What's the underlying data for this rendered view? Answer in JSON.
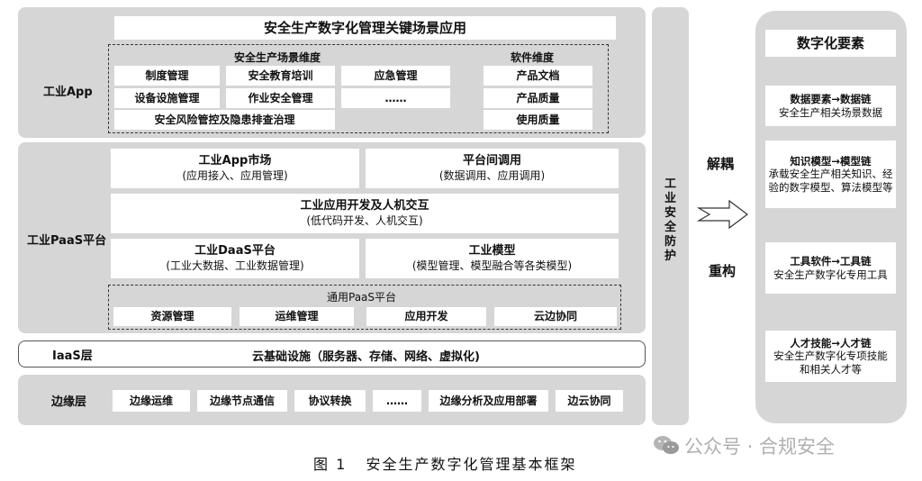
{
  "app": {
    "title": "安全生产数字化管理关键场景应用",
    "layer_label": "工业App",
    "scene_header": "安全生产场景维度",
    "software_header": "软件维度",
    "scene_items": [
      "制度管理",
      "安全教育培训",
      "应急管理",
      "设备设施管理",
      "作业安全管理",
      "……",
      "安全风险管控及隐患排查治理"
    ],
    "software_items": [
      "产品文档",
      "产品质量",
      "使用质量"
    ]
  },
  "paas": {
    "layer_label": "工业PaaS平台",
    "market_title": "工业App市场",
    "market_sub": "(应用接入、应用管理)",
    "call_title": "平台间调用",
    "call_sub": "(数据调用、应用调用)",
    "dev_title": "工业应用开发及人机交互",
    "dev_sub": "(低代码开发、人机交互)",
    "daas_title": "工业DaaS平台",
    "daas_sub": "(工业大数据、工业数据管理)",
    "model_title": "工业模型",
    "model_sub": "(模型管理、模型融合等各类模型)",
    "common_title": "通用PaaS平台",
    "common_items": [
      "资源管理",
      "运维管理",
      "应用开发",
      "云边协同"
    ]
  },
  "iaas": {
    "layer_label": "IaaS层",
    "content": "云基础设施（服务器、存储、网络、虚拟化)"
  },
  "edge": {
    "layer_label": "边缘层",
    "items": [
      "边缘运维",
      "边缘节点通信",
      "协议转换",
      "……",
      "边缘分析及应用部署",
      "边云协同"
    ]
  },
  "security": {
    "chars": [
      "工",
      "业",
      "安",
      "全",
      "防",
      "护"
    ]
  },
  "middle": {
    "decouple": "解耦",
    "rebuild": "重构"
  },
  "elements": {
    "title": "数字化要素",
    "cards": [
      {
        "title": "数据要素→数据链",
        "body": "安全生产相关场景数据"
      },
      {
        "title": "知识模型→模型链",
        "body": "承载安全生产相关知识、经验的数字模型、算法模型等"
      },
      {
        "title": "工具软件→工具链",
        "body": "安全生产数字化专用工具"
      },
      {
        "title": "人才技能→人才链",
        "body": "安全生产数字化专项技能和相关人才等"
      }
    ]
  },
  "caption": "图 1   安全生产数字化管理基本框架",
  "watermark": "公众号 · 合规安全"
}
